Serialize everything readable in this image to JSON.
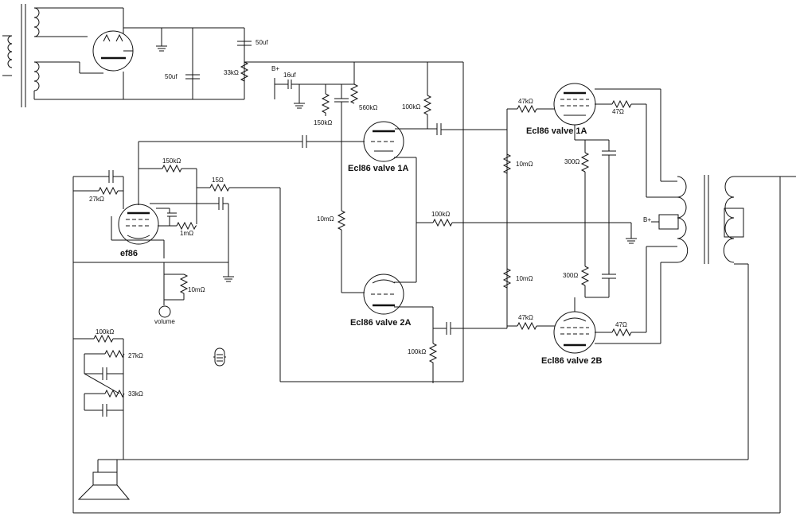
{
  "labels": {
    "c_50uf_top": "50uf",
    "c_50uf_left": "50uf",
    "r_33k": "33kΩ",
    "bplus_top": "B+",
    "c_16uf": "16uf",
    "r_560k": "560kΩ",
    "r_150k_top": "150kΩ",
    "r_100k_top": "100kΩ",
    "r_150k_ef86": "150kΩ",
    "r_15": "15Ω",
    "r_27k_ef86": "27kΩ",
    "r_1m": "1mΩ",
    "r_10m_vol": "10mΩ",
    "volume": "volume",
    "r_10m_mid": "10mΩ",
    "r_100k_mid": "100kΩ",
    "r_100k_bot": "100kΩ",
    "r_47k_top": "47kΩ",
    "r_47_top": "47Ω",
    "r_10m_r1": "10mΩ",
    "r_300_top": "300Ω",
    "bplus_right": "B+",
    "r_10m_r2": "10mΩ",
    "r_300_bot": "300Ω",
    "r_47k_bot": "47kΩ",
    "r_47_bot": "47Ω",
    "r_100k_fb": "100kΩ",
    "r_27k_fb": "27kΩ",
    "r_33k_fb": "33kΩ"
  },
  "tubes": {
    "ef86": "ef86",
    "v1a_mid": "Ecl86 valve 1A",
    "v2a": "Ecl86 valve 2A",
    "v1a_right": "Ecl86 valve 1A",
    "v2b": "Ecl86 valve 2B"
  }
}
